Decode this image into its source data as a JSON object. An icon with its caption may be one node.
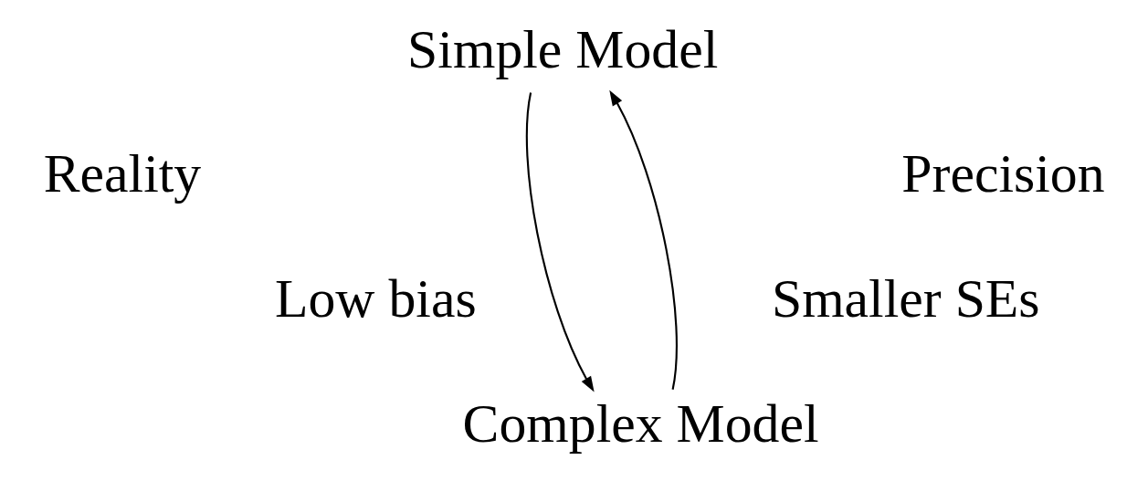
{
  "diagram": {
    "nodes": [
      {
        "text": [
          "Simple Model"
        ]
      },
      {
        "text": [
          "Complex Model"
        ]
      }
    ],
    "edges": [
      {
        "from": 0,
        "to": 1,
        "arrow": "to"
      },
      {
        "from": 1,
        "to": 0,
        "arrow": "to"
      }
    ],
    "labels": [
      "Reality",
      "Low bias",
      "Precision",
      "Smaller SEs"
    ]
  }
}
